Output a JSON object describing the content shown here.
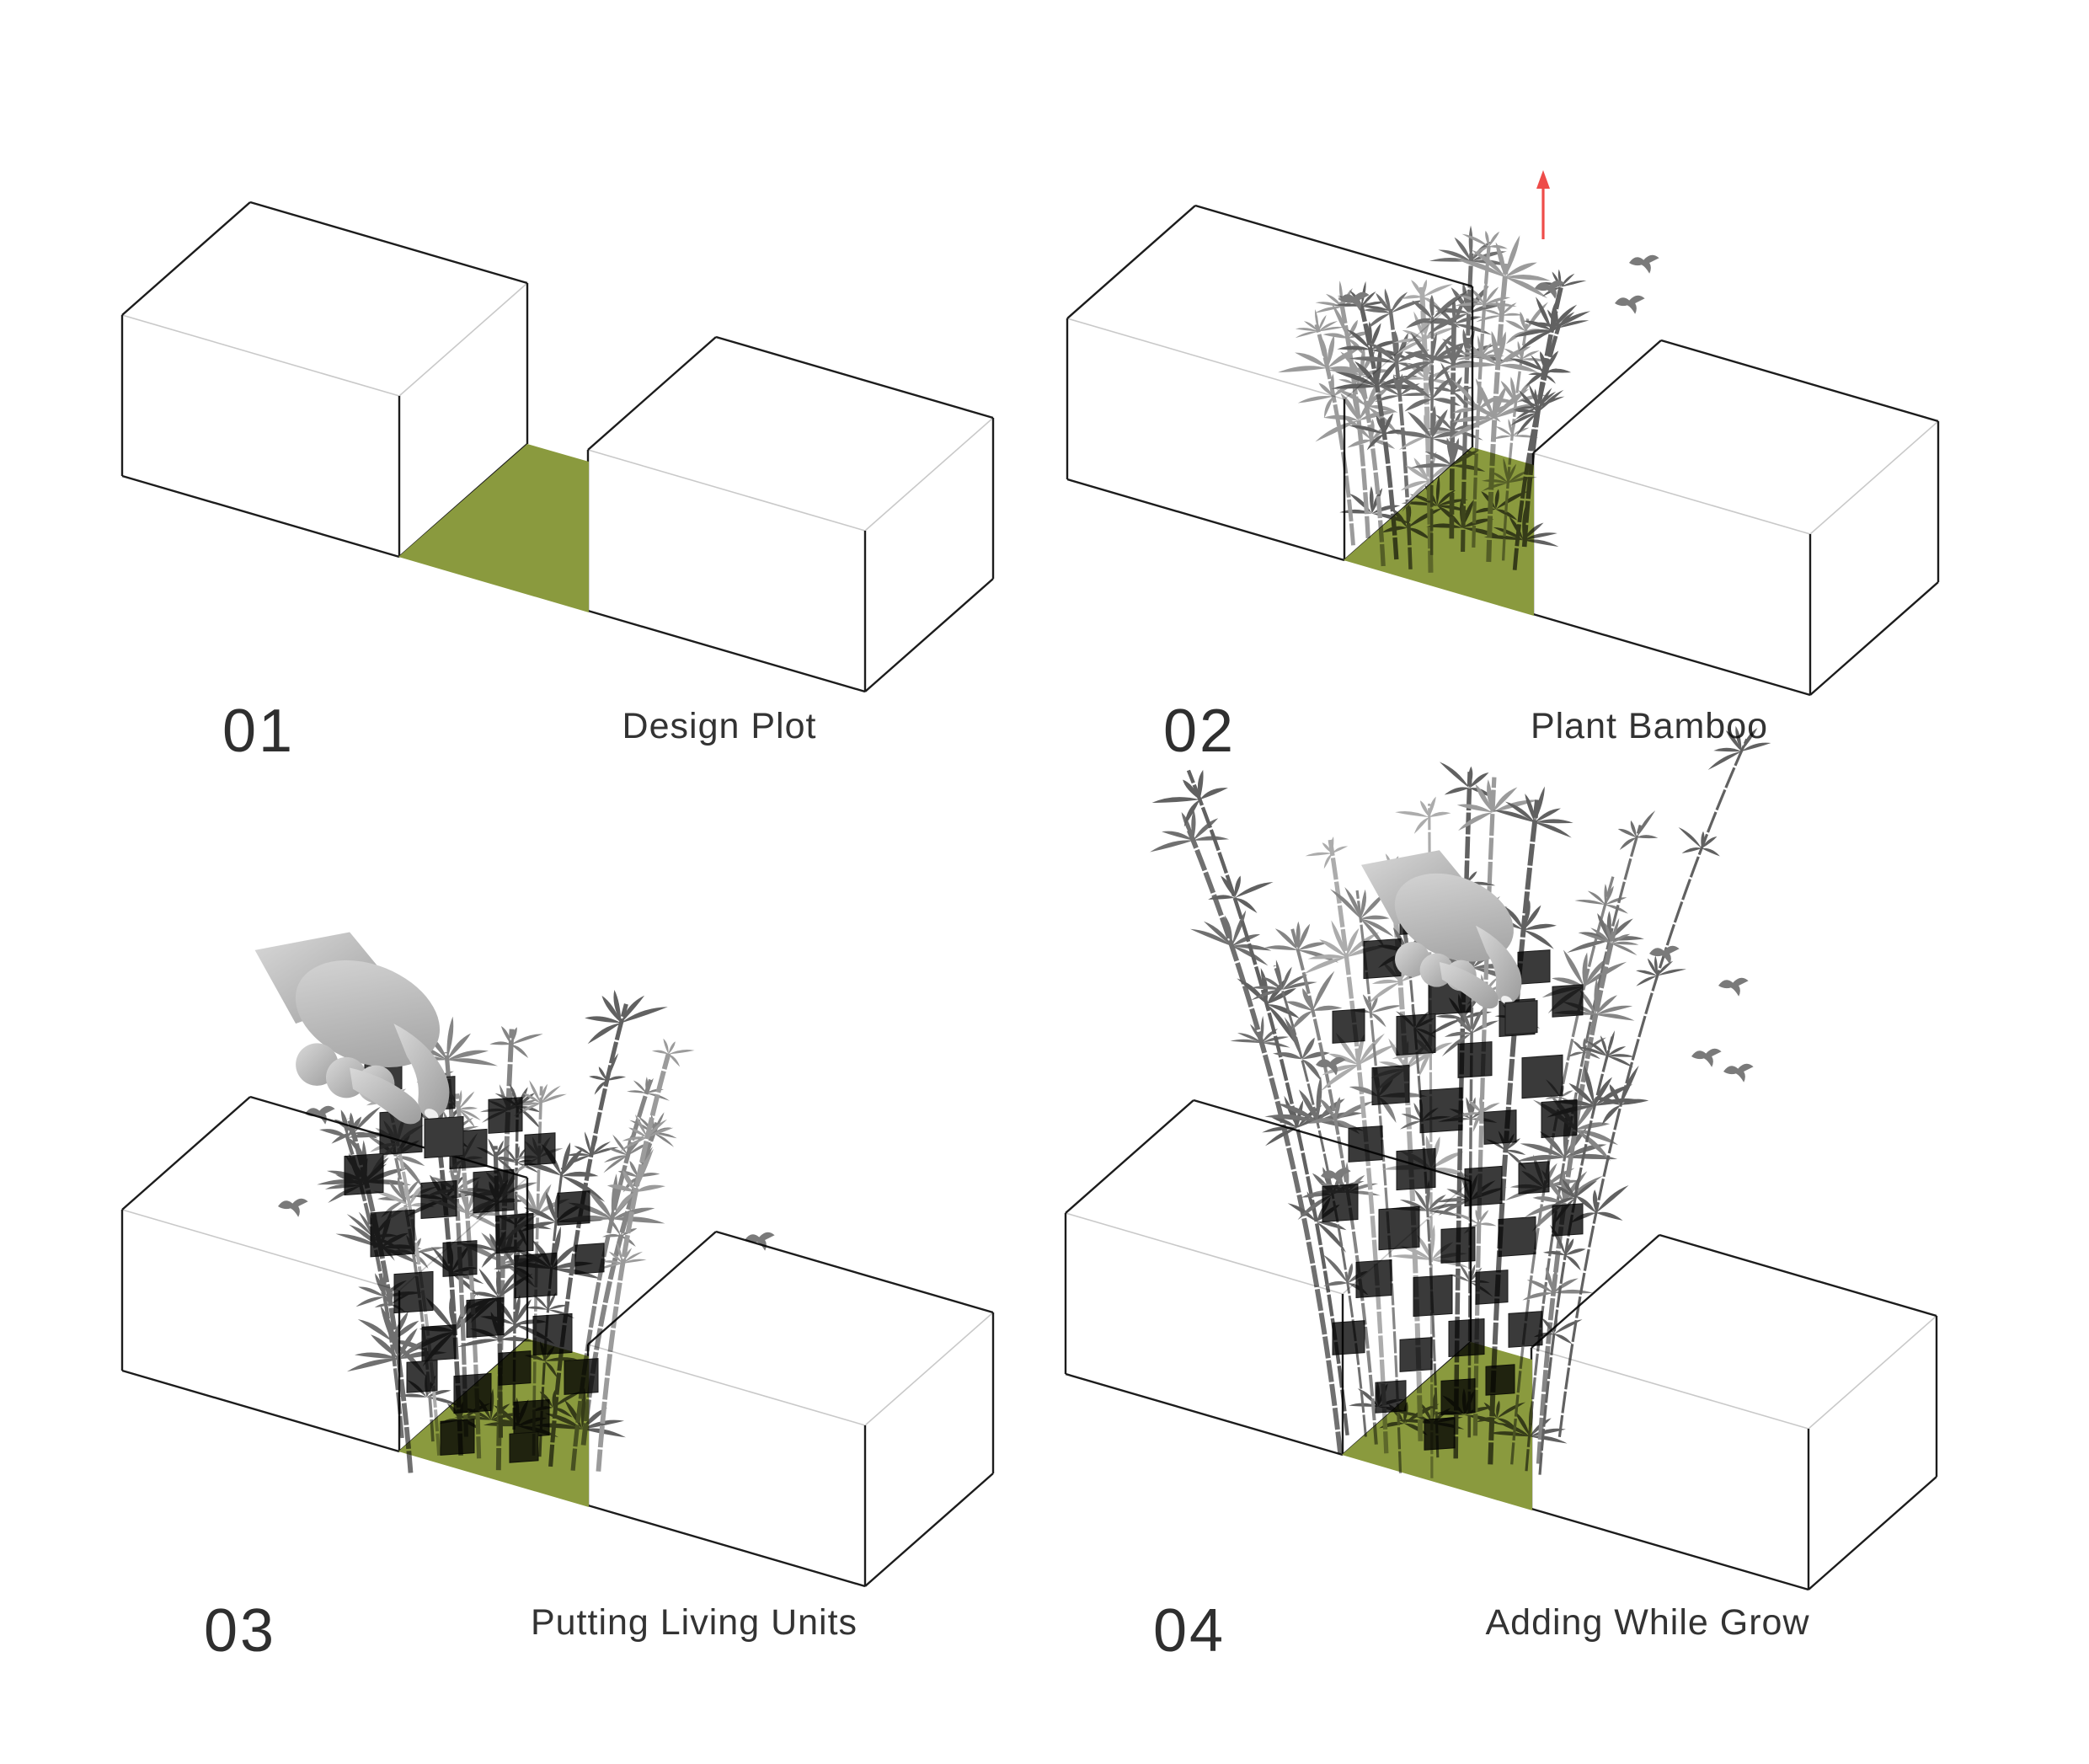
{
  "figure": {
    "background": "#ffffff",
    "type": "architectural process diagram",
    "icons": [
      "bamboo-clump",
      "bird-icon",
      "hand-placing-unit",
      "living-unit-cube",
      "growth-arrow-icon",
      "site-plot",
      "left-building",
      "right-building"
    ]
  },
  "colors": {
    "background": "#ffffff",
    "outline": "#1c1c1c",
    "hidden_line": "#c9c9c9",
    "plot_green": "#8a9a3e",
    "bamboo_palette": [
      "#9b9b9b",
      "#858585",
      "#707070",
      "#acacac",
      "#616161"
    ],
    "cube": "#3a3a3a",
    "cube_edge": "#1a1a1a",
    "arrow_red": "#ee4c49",
    "hand_light": "#d9d9d9",
    "hand_dark": "#9c9c9c",
    "text": "#2f2f2f"
  },
  "panels": [
    {
      "number": "01",
      "label": "Design Plot",
      "features": {
        "bamboo": false,
        "arrow": false,
        "hand": false,
        "cubes": 0,
        "birds": 0
      }
    },
    {
      "number": "02",
      "label": "Plant Bamboo",
      "features": {
        "bamboo": true,
        "bamboo_size": "short",
        "arrow": true,
        "hand": false,
        "cubes": 0,
        "birds": 4
      }
    },
    {
      "number": "03",
      "label": "Putting Living Units",
      "features": {
        "bamboo": true,
        "bamboo_size": "tall",
        "arrow": false,
        "hand": true,
        "cubes": 26,
        "birds": 3
      }
    },
    {
      "number": "04",
      "label": "Adding While Grow",
      "features": {
        "bamboo": true,
        "bamboo_size": "tallest",
        "arrow": false,
        "hand": true,
        "cubes": 35,
        "birds": 6
      }
    }
  ]
}
